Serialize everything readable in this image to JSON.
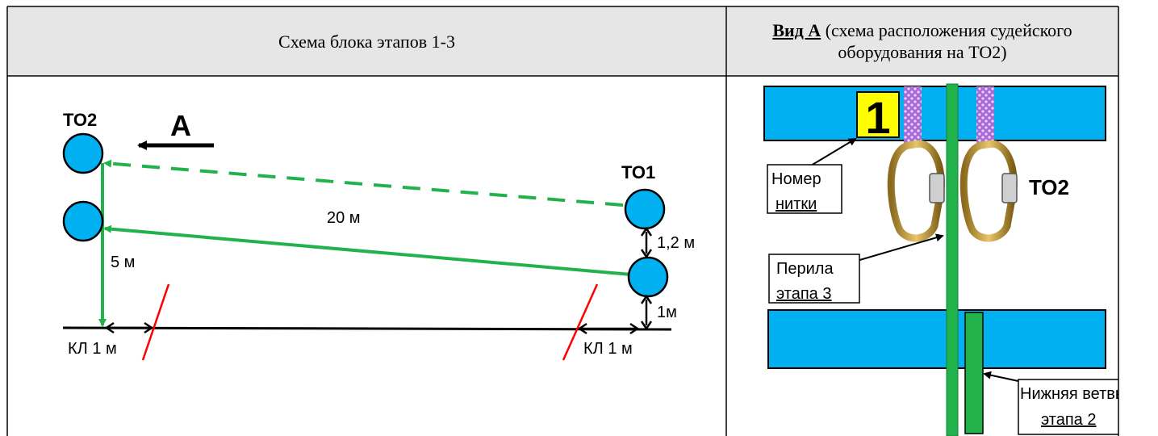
{
  "header": {
    "left_title": "Схема блока этапов 1-3",
    "right_title_bold": "Вид А",
    "right_title_rest": " (схема расположения судейского оборудования на ТО2)"
  },
  "left_diagram": {
    "to2_label": "ТО2",
    "to1_label": "ТО1",
    "arrow_label": "А",
    "distance_main": "20 м",
    "distance_vertical": "5 м",
    "gap_between_to1": "1,2 м",
    "gap_to_ground": "1м",
    "control_line_left": "КЛ 1 м",
    "control_line_right": "КЛ 1 м"
  },
  "right_diagram": {
    "thread_number": "1",
    "to2_label": "ТО2",
    "callout_thread": [
      "Номер",
      "нитки"
    ],
    "callout_railing": [
      "Перила",
      "этапа 3"
    ],
    "callout_lower_branch": [
      "Нижняя ветвь",
      "этапа 2"
    ]
  },
  "colors": {
    "header_bg": "#e6e6e6",
    "node_blue": "#00b0f0",
    "rope_green": "#22b24c",
    "control_red": "#ff0000",
    "bar_blue": "#00b0f0",
    "marker_yellow": "#ffff00"
  }
}
